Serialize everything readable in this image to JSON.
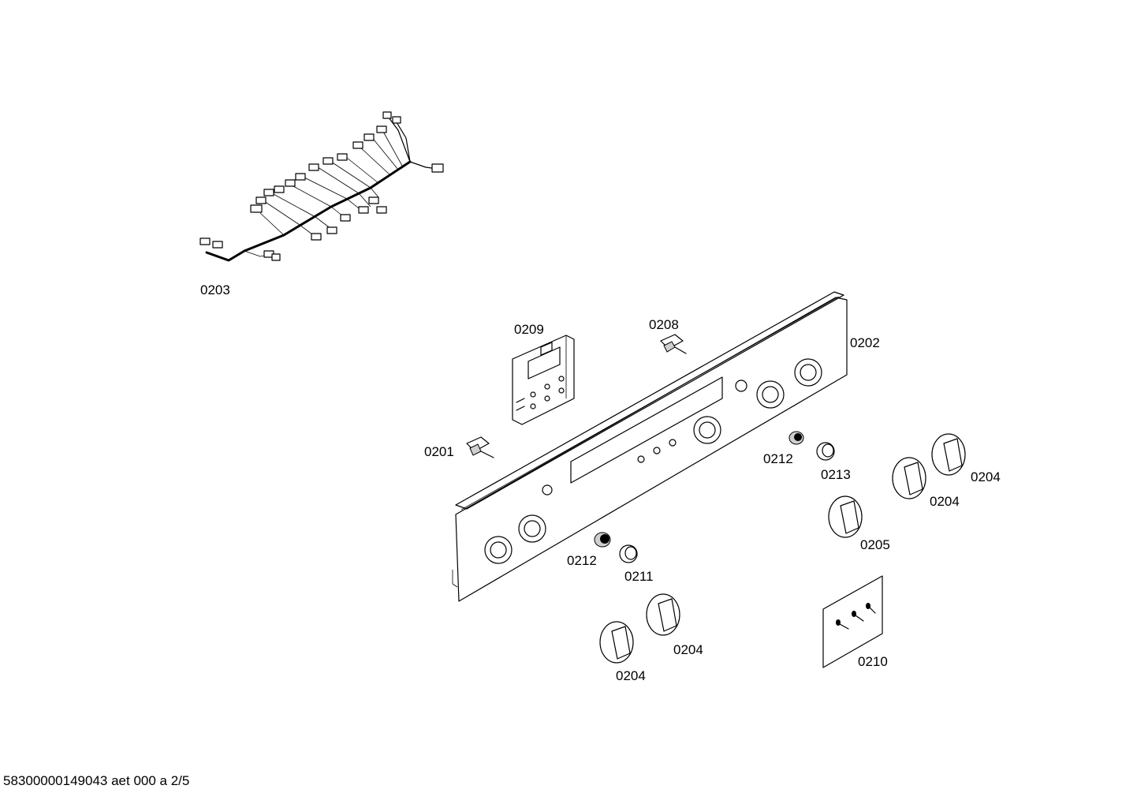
{
  "labels": {
    "p0203": "0203",
    "p0209": "0209",
    "p0208": "0208",
    "p0202": "0202",
    "p0201": "0201",
    "p0212a": "0212",
    "p0213": "0213",
    "p0204a": "0204",
    "p0204b": "0204",
    "p0205": "0205",
    "p0212b": "0212",
    "p0211": "0211",
    "p0204c": "0204",
    "p0204d": "0204",
    "p0210": "0210"
  },
  "footer": "58300000149043 aet 000 a 2/5"
}
